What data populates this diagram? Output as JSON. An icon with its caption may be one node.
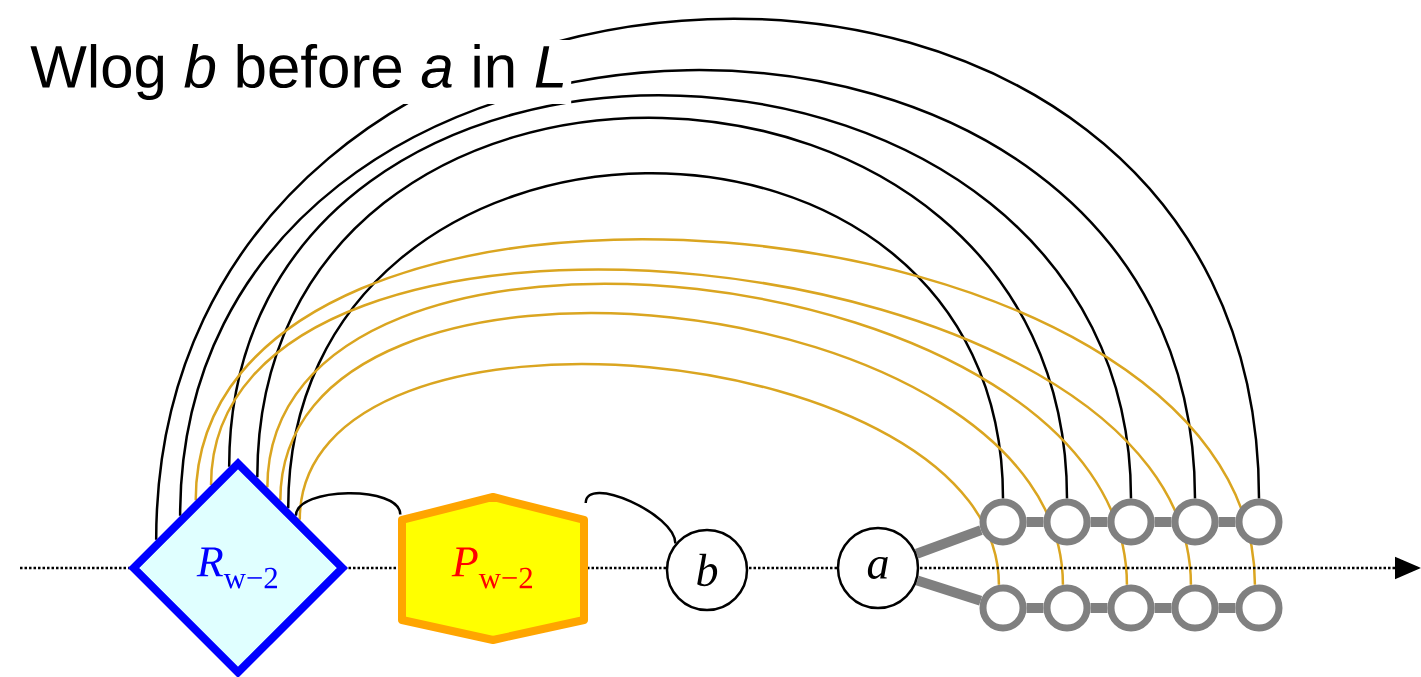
{
  "diagram": {
    "title": "Wlog *b* before *a* in *L*",
    "nodes": [
      {
        "text": [
          "*R*$_{w−2}$"
        ]
      },
      {
        "text": [
          "*P*$_{w−2}$"
        ]
      },
      {
        "text": [
          "*b*"
        ]
      },
      {
        "text": [
          "*a*"
        ]
      },
      {
        "text": [],
        "shape": "circle"
      },
      {
        "text": [],
        "shape": "circle"
      },
      {
        "text": [],
        "shape": "circle"
      },
      {
        "text": [],
        "shape": "circle"
      },
      {
        "text": [],
        "shape": "circle"
      },
      {
        "text": [],
        "shape": "circle"
      },
      {
        "text": [],
        "shape": "circle"
      },
      {
        "text": [],
        "shape": "circle"
      },
      {
        "text": [],
        "shape": "circle"
      },
      {
        "text": [],
        "shape": "circle"
      }
    ],
    "edges": [
      {
        "from": 0,
        "to": 8,
        "arrow": "none",
        "color": "#000000"
      },
      {
        "from": 0,
        "to": 7,
        "arrow": "none",
        "color": "#000000"
      },
      {
        "from": 0,
        "to": 6,
        "arrow": "none",
        "color": "#000000"
      },
      {
        "from": 0,
        "to": 5,
        "arrow": "none",
        "color": "#000000"
      },
      {
        "from": 0,
        "to": 4,
        "arrow": "none",
        "color": "#000000"
      },
      {
        "from": 0,
        "to": 13,
        "arrow": "none",
        "color": "#daa520"
      },
      {
        "from": 0,
        "to": 12,
        "arrow": "none",
        "color": "#daa520"
      },
      {
        "from": 0,
        "to": 11,
        "arrow": "none",
        "color": "#daa520"
      },
      {
        "from": 0,
        "to": 10,
        "arrow": "none",
        "color": "#daa520"
      },
      {
        "from": 0,
        "to": 9,
        "arrow": "none",
        "color": "#daa520"
      },
      {
        "from": 0,
        "to": 1,
        "arrow": "none",
        "color": "#000000"
      },
      {
        "from": 1,
        "to": 2,
        "arrow": "none",
        "color": "#000000"
      },
      {
        "from": 3,
        "to": 4,
        "arrow": "none",
        "style": "thick",
        "color": "#808080"
      },
      {
        "from": 3,
        "to": 9,
        "arrow": "none",
        "style": "thick",
        "color": "#808080"
      },
      {
        "from": 4,
        "to": 5,
        "arrow": "none",
        "style": "thick",
        "color": "#808080"
      },
      {
        "from": 5,
        "to": 6,
        "arrow": "none",
        "style": "thick",
        "color": "#808080"
      },
      {
        "from": 6,
        "to": 7,
        "arrow": "none",
        "style": "thick",
        "color": "#808080"
      },
      {
        "from": 7,
        "to": 8,
        "arrow": "none",
        "style": "thick",
        "color": "#808080"
      },
      {
        "from": 9,
        "to": 10,
        "arrow": "none",
        "style": "thick",
        "color": "#808080"
      },
      {
        "from": 10,
        "to": 11,
        "arrow": "none",
        "style": "thick",
        "color": "#808080"
      },
      {
        "from": 11,
        "to": 12,
        "arrow": "none",
        "style": "thick",
        "color": "#808080"
      },
      {
        "from": 12,
        "to": 13,
        "arrow": "none",
        "style": "thick",
        "color": "#808080"
      }
    ]
  }
}
